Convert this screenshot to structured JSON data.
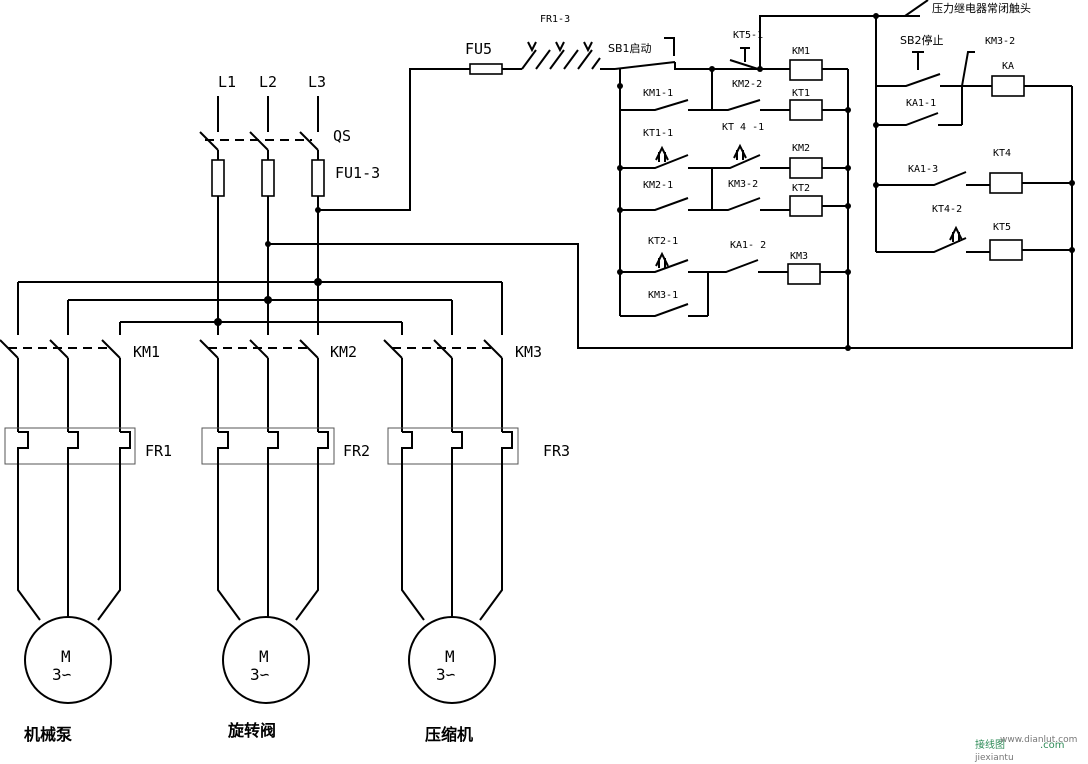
{
  "power": {
    "lines": [
      "L1",
      "L2",
      "L3"
    ],
    "switch": "QS",
    "fuse": "FU1-3",
    "contactors": [
      "KM1",
      "KM2",
      "KM3"
    ],
    "overloads": [
      "FR1",
      "FR2",
      "FR3"
    ],
    "motor_symbol": "M",
    "motor_phase": "3∽",
    "motor_names": [
      "机械泵",
      "旋转阀",
      "压缩机"
    ]
  },
  "control": {
    "fuse": "FU5",
    "fr_contacts": "FR1-3",
    "start_button": "SB1启动",
    "stop_button": "SB2停止",
    "pressure_relay": "压力继电器常闭触头",
    "contacts": {
      "km1_1": "KM1-1",
      "kt1_1": "KT1-1",
      "km2_1": "KM2-1",
      "kt2_1": "KT2-1",
      "km3_1": "KM3-1",
      "kt5_1": "KT5-1",
      "km2_2": "KM2-2",
      "kt4_1": "KT 4 -1",
      "km3_2": "KM3-2",
      "ka1_2": "KA1- 2",
      "km3_2b": "KM3-2",
      "ka1_1": "KA1-1",
      "ka1_3": "KA1-3",
      "kt4_2": "KT4-2"
    },
    "coils": {
      "km1": "KM1",
      "kt1": "KT1",
      "km2": "KM2",
      "kt2": "KT2",
      "km3": "KM3",
      "ka": "KA",
      "kt4": "KT4",
      "kt5": "KT5"
    }
  },
  "watermark": {
    "logo": "接线图",
    "dotcom": ".com",
    "site": "jiexiantu",
    "url": "www.dianlut.com"
  }
}
